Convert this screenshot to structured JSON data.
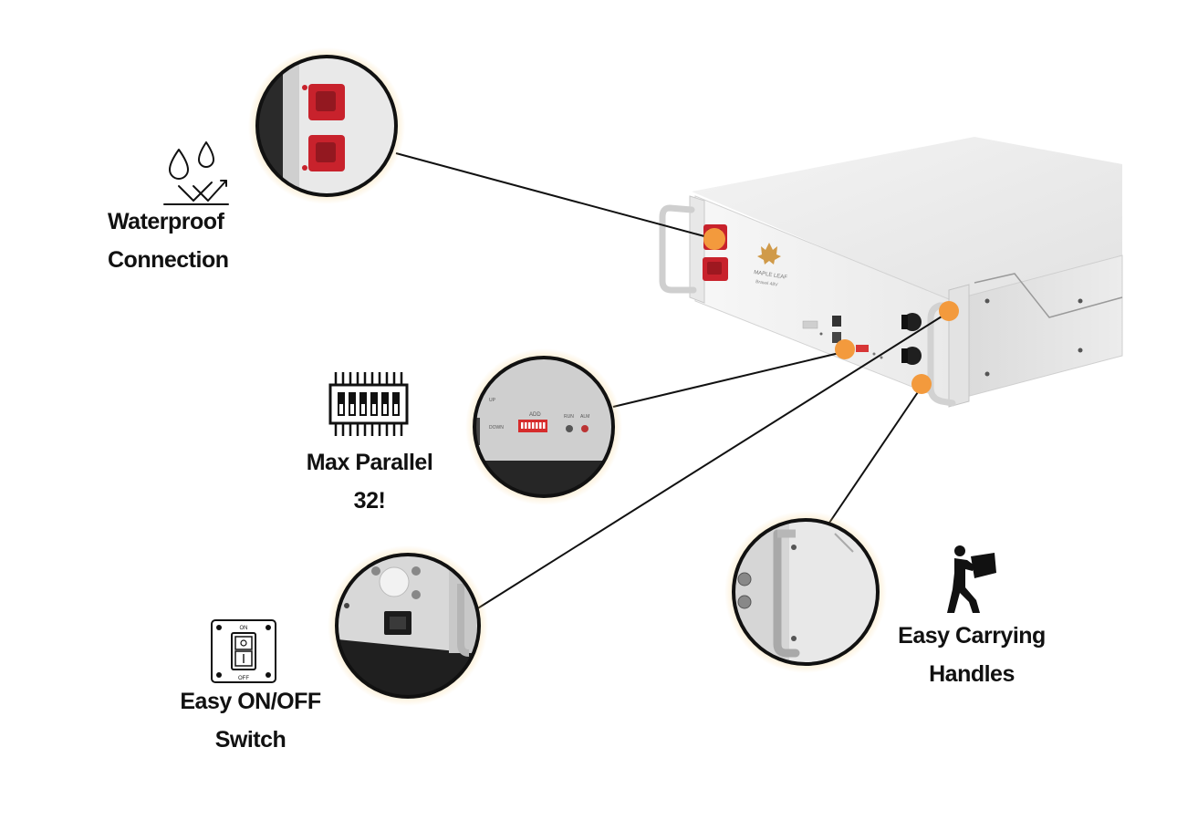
{
  "features": {
    "waterproof": {
      "line1": "Waterproof",
      "line2": "Connection",
      "icon": "water-drops-icon"
    },
    "parallel": {
      "line1": "Max Parallel",
      "line2": "32!",
      "icon": "dip-switch-icon"
    },
    "switch": {
      "line1": "Easy ON/OFF",
      "line2": "Switch",
      "icon": "rocker-switch-icon",
      "switch_on": "ON",
      "switch_off": "OFF"
    },
    "handles": {
      "line1": "Easy Carrying",
      "line2": "Handles",
      "icon": "person-carrying-box-icon"
    }
  },
  "battery": {
    "brand_line1": "MAPLE LEAF",
    "brand_line2": "Bravel 48V"
  },
  "detail_parallel": {
    "label_addr": "ADD",
    "label_run": "RUN",
    "label_alm": "ALM",
    "label_up": "UP",
    "label_down": "DOWN"
  },
  "colors": {
    "marker": "#f39a3d",
    "glow": "#f6d28a",
    "connector_red": "#c8222c",
    "chassis": "#ececec"
  }
}
